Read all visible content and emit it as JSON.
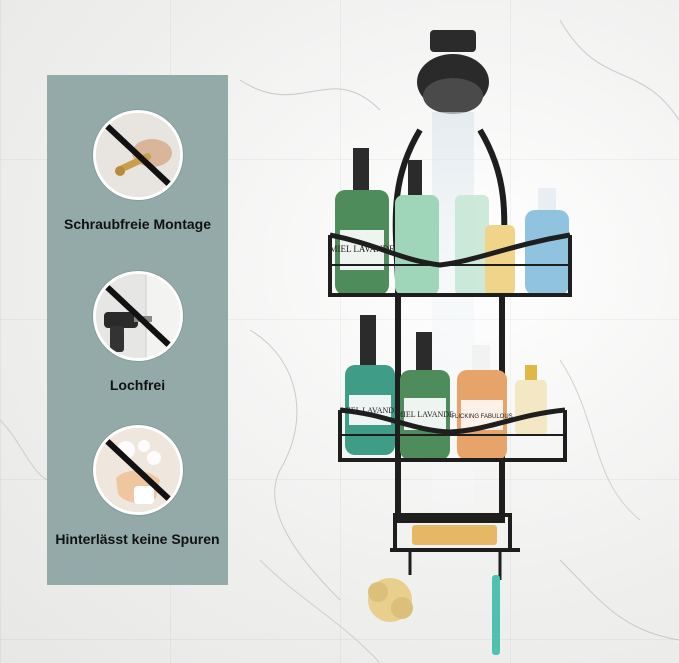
{
  "features": [
    {
      "label": "Schraubfreie Montage",
      "icon": "no-screw-icon"
    },
    {
      "label": "Lochfrei",
      "icon": "no-drill-icon"
    },
    {
      "label": "Hinterlässt keine Spuren",
      "icon": "no-residue-icon"
    }
  ],
  "bottles": {
    "top_left": "MIEL LAVANDE",
    "mid_left": "MIEL LAVANDE",
    "mid_center": "MIEL LAVANDE",
    "mid_right": "FLICKING FABULOUS"
  },
  "colors": {
    "panel": "#93aaa8",
    "caddy": "#1e1e1e",
    "bottle_green": "#4f8c5b",
    "bottle_mint": "#9fd5b8",
    "bottle_amber": "#e7a46a",
    "bottle_blue": "#8fc3df"
  }
}
